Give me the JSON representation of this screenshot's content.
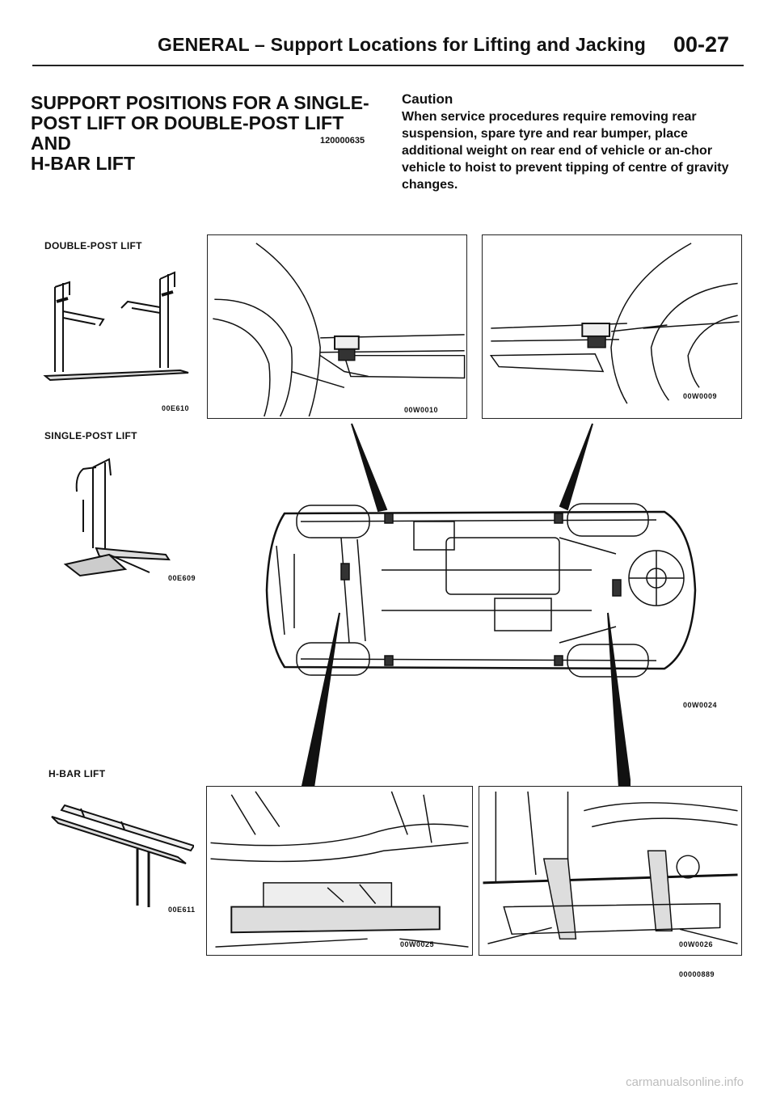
{
  "header": {
    "title": "GENERAL – Support Locations for Lifting and Jacking",
    "page_number": "00-27"
  },
  "section": {
    "title_lines": [
      "SUPPORT POSITIONS FOR A SINGLE-",
      "POST LIFT OR DOUBLE-POST LIFT AND",
      "H-BAR LIFT"
    ],
    "ref_code": "120000635"
  },
  "caution": {
    "heading": "Caution",
    "text": "When service procedures require removing rear suspension, spare tyre and rear bumper, place additional weight on rear end of vehicle or an-chor vehicle to hoist to prevent tipping of centre of gravity changes."
  },
  "figures": {
    "double_post": {
      "label": "DOUBLE-POST LIFT",
      "code": "00E610"
    },
    "single_post": {
      "label": "SINGLE-POST LIFT",
      "code": "00E609"
    },
    "hbar": {
      "label": "H-BAR LIFT",
      "code": "00E611"
    },
    "front_support": {
      "code": "00W0010"
    },
    "rear_support": {
      "code": "00W0009"
    },
    "underbody": {
      "code": "00W0024"
    },
    "hbar_front": {
      "code": "00W0025"
    },
    "hbar_rear": {
      "code": "00W0026"
    },
    "group_code": "00000889"
  },
  "watermark": "carmanualsonline.info"
}
